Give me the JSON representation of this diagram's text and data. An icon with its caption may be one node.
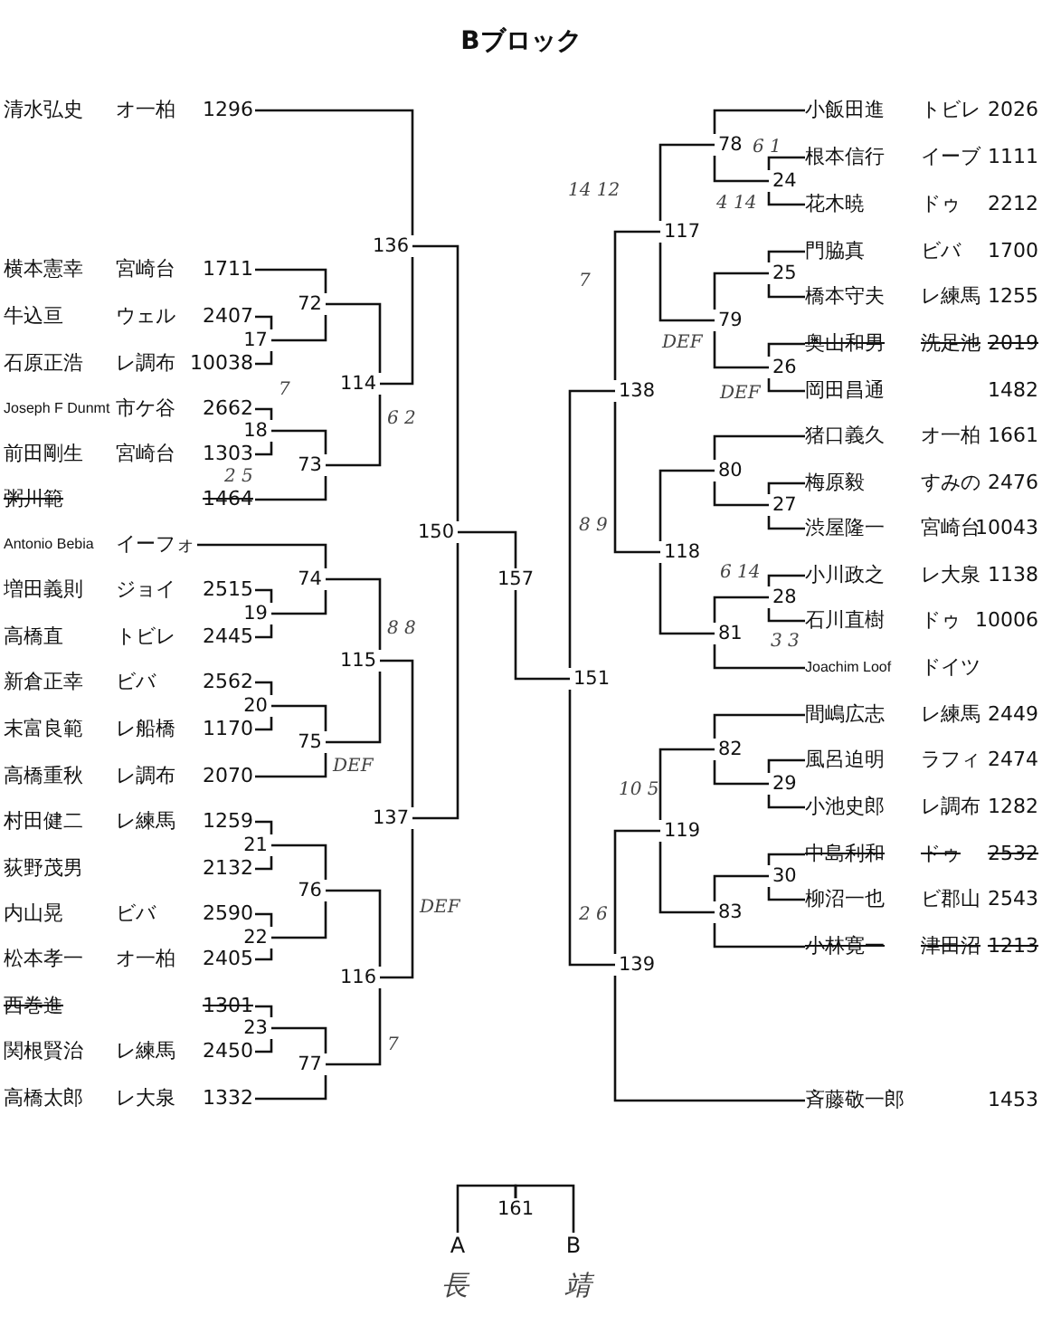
{
  "diagram": {
    "title": "Bブロック",
    "nodes": [
      {
        "text": [
          "清水弘史",
          "オ一柏",
          "1296"
        ]
      },
      {
        "text": [
          "横本憲幸",
          "宮崎台",
          "1711"
        ]
      },
      {
        "text": [
          "牛込亘",
          "ウェル",
          "2407"
        ]
      },
      {
        "text": [
          "石原正浩",
          "レ調布",
          "10038"
        ]
      },
      {
        "text": [
          "Joseph F Dunmt",
          "市ケ谷",
          "2662"
        ]
      },
      {
        "text": [
          "前田剛生",
          "宮崎台",
          "1303"
        ]
      },
      {
        "text": [
          "粥川範",
          "1464"
        ]
      },
      {
        "text": [
          "Antonio Bebia",
          "イーフォ"
        ]
      },
      {
        "text": [
          "増田義則",
          "ジョイ",
          "2515"
        ]
      },
      {
        "text": [
          "高橋直",
          "トビレ",
          "2445"
        ]
      },
      {
        "text": [
          "新倉正幸",
          "ビバ",
          "2562"
        ]
      },
      {
        "text": [
          "末富良範",
          "レ船橋",
          "1170"
        ]
      },
      {
        "text": [
          "高橋重秋",
          "レ調布",
          "2070"
        ]
      },
      {
        "text": [
          "村田健二",
          "レ練馬",
          "1259"
        ]
      },
      {
        "text": [
          "荻野茂男",
          "2132"
        ]
      },
      {
        "text": [
          "内山晃",
          "ビバ",
          "2590"
        ]
      },
      {
        "text": [
          "松本孝一",
          "オ一柏",
          "2405"
        ]
      },
      {
        "text": [
          "西巻進",
          "1301"
        ]
      },
      {
        "text": [
          "関根賢治",
          "レ練馬",
          "2450"
        ]
      },
      {
        "text": [
          "高橋太郎",
          "レ大泉",
          "1332"
        ]
      },
      {
        "text": [
          "17"
        ]
      },
      {
        "text": [
          "72"
        ]
      },
      {
        "text": [
          "18"
        ]
      },
      {
        "text": [
          "73"
        ]
      },
      {
        "text": [
          "114"
        ]
      },
      {
        "text": [
          "136"
        ]
      },
      {
        "text": [
          "19"
        ]
      },
      {
        "text": [
          "74"
        ]
      },
      {
        "text": [
          "20"
        ]
      },
      {
        "text": [
          "75"
        ]
      },
      {
        "text": [
          "115"
        ]
      },
      {
        "text": [
          "21"
        ]
      },
      {
        "text": [
          "22"
        ]
      },
      {
        "text": [
          "76"
        ]
      },
      {
        "text": [
          "23"
        ]
      },
      {
        "text": [
          "77"
        ]
      },
      {
        "text": [
          "116"
        ]
      },
      {
        "text": [
          "137"
        ]
      },
      {
        "text": [
          "150"
        ]
      },
      {
        "text": [
          "157"
        ]
      },
      {
        "text": [
          "151"
        ]
      },
      {
        "text": [
          "小飯田進",
          "トビレ",
          "2026"
        ]
      },
      {
        "text": [
          "根本信行",
          "イーブ",
          "1111"
        ]
      },
      {
        "text": [
          "花木暁",
          "ドゥ",
          "2212"
        ]
      },
      {
        "text": [
          "門脇真",
          "ビバ",
          "1700"
        ]
      },
      {
        "text": [
          "橋本守夫",
          "レ練馬",
          "1255"
        ]
      },
      {
        "text": [
          "奥山和男",
          "洗足池",
          "2019"
        ]
      },
      {
        "text": [
          "岡田昌通",
          "1482"
        ]
      },
      {
        "text": [
          "猪口義久",
          "オ一柏",
          "1661"
        ]
      },
      {
        "text": [
          "梅原毅",
          "すみの",
          "2476"
        ]
      },
      {
        "text": [
          "渋屋隆一",
          "宮崎台",
          "10043"
        ]
      },
      {
        "text": [
          "小川政之",
          "レ大泉",
          "1138"
        ]
      },
      {
        "text": [
          "石川直樹",
          "ドゥ",
          "10006"
        ]
      },
      {
        "text": [
          "Joachim Loof",
          "ドイツ"
        ]
      },
      {
        "text": [
          "間嶋広志",
          "レ練馬",
          "2449"
        ]
      },
      {
        "text": [
          "風呂迫明",
          "ラフィ",
          "2474"
        ]
      },
      {
        "text": [
          "小池史郎",
          "レ調布",
          "1282"
        ]
      },
      {
        "text": [
          "中島利和",
          "ドゥ",
          "2532"
        ]
      },
      {
        "text": [
          "柳沼一也",
          "ビ郡山",
          "2543"
        ]
      },
      {
        "text": [
          "小林寛一",
          "津田沼",
          "1213"
        ]
      },
      {
        "text": [
          "斉藤敬一郎",
          "1453"
        ]
      },
      {
        "text": [
          "24"
        ]
      },
      {
        "text": [
          "78"
        ]
      },
      {
        "text": [
          "25"
        ]
      },
      {
        "text": [
          "26"
        ]
      },
      {
        "text": [
          "79"
        ]
      },
      {
        "text": [
          "117"
        ]
      },
      {
        "text": [
          "27"
        ]
      },
      {
        "text": [
          "80"
        ]
      },
      {
        "text": [
          "28"
        ]
      },
      {
        "text": [
          "81"
        ]
      },
      {
        "text": [
          "118"
        ]
      },
      {
        "text": [
          "138"
        ]
      },
      {
        "text": [
          "29"
        ]
      },
      {
        "text": [
          "82"
        ]
      },
      {
        "text": [
          "30"
        ]
      },
      {
        "text": [
          "83"
        ]
      },
      {
        "text": [
          "119"
        ]
      },
      {
        "text": [
          "139"
        ]
      },
      {
        "text": [
          "A"
        ]
      },
      {
        "text": [
          "B"
        ]
      },
      {
        "text": [
          "161"
        ]
      }
    ],
    "edges": [
      {
        "from": 2,
        "to": 20,
        "arrow": "none"
      },
      {
        "from": 3,
        "to": 20,
        "arrow": "none"
      },
      {
        "from": 1,
        "to": 21,
        "arrow": "none"
      },
      {
        "from": 20,
        "to": 21,
        "arrow": "none"
      },
      {
        "from": 4,
        "to": 22,
        "arrow": "none"
      },
      {
        "from": 5,
        "to": 22,
        "arrow": "none"
      },
      {
        "from": 22,
        "to": 23,
        "arrow": "none"
      },
      {
        "from": 6,
        "to": 23,
        "arrow": "none"
      },
      {
        "from": 21,
        "to": 24,
        "arrow": "none"
      },
      {
        "from": 23,
        "to": 24,
        "arrow": "none"
      },
      {
        "from": 0,
        "to": 25,
        "arrow": "none"
      },
      {
        "from": 24,
        "to": 25,
        "arrow": "none"
      },
      {
        "from": 8,
        "to": 26,
        "arrow": "none"
      },
      {
        "from": 9,
        "to": 26,
        "arrow": "none"
      },
      {
        "from": 7,
        "to": 27,
        "arrow": "none"
      },
      {
        "from": 26,
        "to": 27,
        "arrow": "none"
      },
      {
        "from": 10,
        "to": 28,
        "arrow": "none"
      },
      {
        "from": 11,
        "to": 28,
        "arrow": "none"
      },
      {
        "from": 28,
        "to": 29,
        "arrow": "none"
      },
      {
        "from": 12,
        "to": 29,
        "arrow": "none"
      },
      {
        "from": 27,
        "to": 30,
        "arrow": "none"
      },
      {
        "from": 29,
        "to": 30,
        "arrow": "none"
      },
      {
        "from": 13,
        "to": 31,
        "arrow": "none"
      },
      {
        "from": 14,
        "to": 31,
        "arrow": "none"
      },
      {
        "from": 15,
        "to": 32,
        "arrow": "none"
      },
      {
        "from": 16,
        "to": 32,
        "arrow": "none"
      },
      {
        "from": 31,
        "to": 33,
        "arrow": "none"
      },
      {
        "from": 32,
        "to": 33,
        "arrow": "none"
      },
      {
        "from": 17,
        "to": 34,
        "arrow": "none"
      },
      {
        "from": 18,
        "to": 34,
        "arrow": "none"
      },
      {
        "from": 34,
        "to": 35,
        "arrow": "none"
      },
      {
        "from": 19,
        "to": 35,
        "arrow": "none"
      },
      {
        "from": 33,
        "to": 36,
        "arrow": "none"
      },
      {
        "from": 35,
        "to": 36,
        "arrow": "none"
      },
      {
        "from": 30,
        "to": 37,
        "arrow": "none"
      },
      {
        "from": 36,
        "to": 37,
        "arrow": "none"
      },
      {
        "from": 25,
        "to": 38,
        "arrow": "none"
      },
      {
        "from": 37,
        "to": 38,
        "arrow": "none"
      },
      {
        "from": 38,
        "to": 39,
        "arrow": "none"
      },
      {
        "from": 40,
        "to": 39,
        "arrow": "none"
      },
      {
        "from": 42,
        "to": 61,
        "arrow": "none"
      },
      {
        "from": 43,
        "to": 61,
        "arrow": "none"
      },
      {
        "from": 41,
        "to": 62,
        "arrow": "none"
      },
      {
        "from": 61,
        "to": 62,
        "arrow": "none"
      },
      {
        "from": 44,
        "to": 63,
        "arrow": "none"
      },
      {
        "from": 45,
        "to": 63,
        "arrow": "none"
      },
      {
        "from": 46,
        "to": 64,
        "arrow": "none"
      },
      {
        "from": 47,
        "to": 64,
        "arrow": "none"
      },
      {
        "from": 63,
        "to": 65,
        "arrow": "none"
      },
      {
        "from": 64,
        "to": 65,
        "arrow": "none"
      },
      {
        "from": 62,
        "to": 66,
        "arrow": "none"
      },
      {
        "from": 65,
        "to": 66,
        "arrow": "none"
      },
      {
        "from": 49,
        "to": 67,
        "arrow": "none"
      },
      {
        "from": 50,
        "to": 67,
        "arrow": "none"
      },
      {
        "from": 48,
        "to": 68,
        "arrow": "none"
      },
      {
        "from": 67,
        "to": 68,
        "arrow": "none"
      },
      {
        "from": 51,
        "to": 69,
        "arrow": "none"
      },
      {
        "from": 52,
        "to": 69,
        "arrow": "none"
      },
      {
        "from": 69,
        "to": 70,
        "arrow": "none"
      },
      {
        "from": 53,
        "to": 70,
        "arrow": "none"
      },
      {
        "from": 68,
        "to": 71,
        "arrow": "none"
      },
      {
        "from": 70,
        "to": 71,
        "arrow": "none"
      },
      {
        "from": 66,
        "to": 72,
        "arrow": "none"
      },
      {
        "from": 71,
        "to": 72,
        "arrow": "none"
      },
      {
        "from": 55,
        "to": 73,
        "arrow": "none"
      },
      {
        "from": 56,
        "to": 73,
        "arrow": "none"
      },
      {
        "from": 54,
        "to": 74,
        "arrow": "none"
      },
      {
        "from": 73,
        "to": 74,
        "arrow": "none"
      },
      {
        "from": 57,
        "to": 75,
        "arrow": "none"
      },
      {
        "from": 58,
        "to": 75,
        "arrow": "none"
      },
      {
        "from": 75,
        "to": 76,
        "arrow": "none"
      },
      {
        "from": 59,
        "to": 76,
        "arrow": "none"
      },
      {
        "from": 74,
        "to": 77,
        "arrow": "none"
      },
      {
        "from": 76,
        "to": 77,
        "arrow": "none"
      },
      {
        "from": 77,
        "to": 78,
        "arrow": "none"
      },
      {
        "from": 60,
        "to": 78,
        "arrow": "none"
      },
      {
        "from": 72,
        "to": 40,
        "arrow": "none"
      },
      {
        "from": 78,
        "to": 40,
        "arrow": "none"
      },
      {
        "from": 79,
        "to": 81,
        "arrow": "none"
      },
      {
        "from": 80,
        "to": 81,
        "arrow": "none"
      }
    ],
    "labels": [
      "6 1",
      "14 12",
      "4 14",
      "7",
      "DEF",
      "7",
      "DEF",
      "6 2",
      "2 5",
      "8 9",
      "6 14",
      "8 8",
      "3 3",
      "DEF",
      "10 5",
      "DEF",
      "2 6",
      "7",
      "長",
      "靖"
    ]
  }
}
